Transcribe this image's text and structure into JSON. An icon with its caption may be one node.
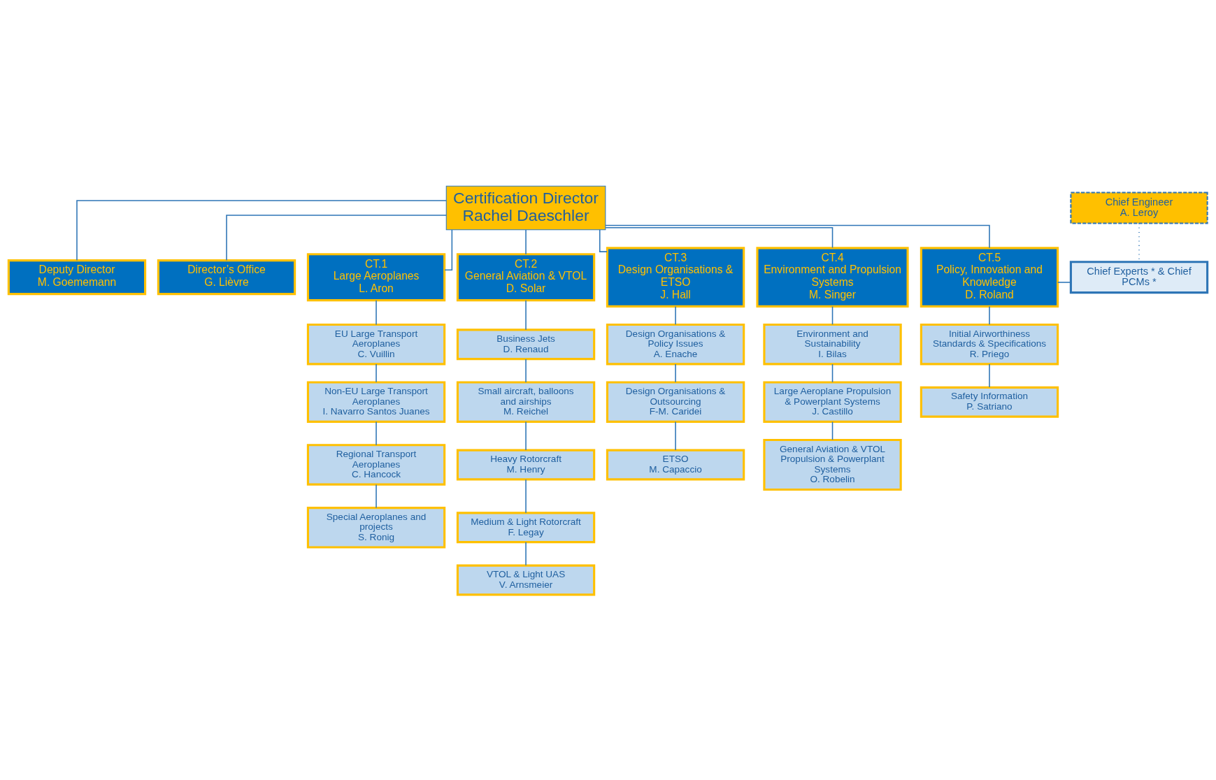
{
  "diagram": {
    "nodes": [
      {
        "text": [
          "Certification Director",
          "Rachel Daeschler"
        ]
      },
      {
        "text": [
          "Chief Engineer",
          "A. Leroy"
        ]
      },
      {
        "text": [
          "Deputy Director",
          "M. Goememann"
        ]
      },
      {
        "text": [
          "Director’s Office",
          "G. Lièvre"
        ]
      },
      {
        "text": [
          "CT.1",
          "Large Aeroplanes",
          "L. Aron"
        ]
      },
      {
        "text": [
          "CT.2",
          "General Aviation & VTOL",
          "D. Solar"
        ]
      },
      {
        "text": [
          "CT.3",
          "Design Organisations & ETSO",
          "J. Hall"
        ]
      },
      {
        "text": [
          "CT.4",
          "Environment and Propulsion Systems",
          "M. Singer"
        ]
      },
      {
        "text": [
          "CT.5",
          "Policy, Innovation and Knowledge",
          "D. Roland"
        ]
      },
      {
        "text": [
          "Chief Experts * & Chief PCMs *"
        ]
      },
      {
        "text": [
          "EU Large Transport Aeroplanes",
          "C. Vuillin"
        ]
      },
      {
        "text": [
          "Non-EU Large Transport Aeroplanes",
          "I. Navarro Santos Juanes"
        ]
      },
      {
        "text": [
          "Regional Transport Aeroplanes",
          "C. Hancock"
        ]
      },
      {
        "text": [
          "Special Aeroplanes and projects",
          "S. Ronig"
        ]
      },
      {
        "text": [
          "Business Jets",
          "D. Renaud"
        ]
      },
      {
        "text": [
          "Small aircraft, balloons and airships",
          "M. Reichel"
        ]
      },
      {
        "text": [
          "Heavy Rotorcraft",
          "M. Henry"
        ]
      },
      {
        "text": [
          "Medium & Light Rotorcraft",
          "F. Legay"
        ]
      },
      {
        "text": [
          "VTOL & Light UAS",
          "V. Arnsmeier"
        ]
      },
      {
        "text": [
          "Design Organisations & Policy Issues",
          "A. Enache"
        ]
      },
      {
        "text": [
          "Design Organisations & Outsourcing",
          "F-M. Caridei"
        ]
      },
      {
        "text": [
          "ETSO",
          "M. Capaccio"
        ]
      },
      {
        "text": [
          "Environment and Sustainability",
          "I. Bilas"
        ]
      },
      {
        "text": [
          "Large Aeroplane Propulsion & Powerplant Systems",
          "J. Castillo"
        ]
      },
      {
        "text": [
          "General Aviation & VTOL Propulsion & Powerplant Systems",
          "O. Robelin"
        ]
      },
      {
        "text": [
          "Initial Airworthiness Standards & Specifications",
          "R. Priego"
        ]
      },
      {
        "text": [
          "Safety Information",
          "P. Satriano"
        ]
      }
    ],
    "edges": [
      {
        "from": 0,
        "to": 2,
        "arrow": "none"
      },
      {
        "from": 0,
        "to": 3,
        "arrow": "none"
      },
      {
        "from": 0,
        "to": 4,
        "arrow": "none"
      },
      {
        "from": 0,
        "to": 5,
        "arrow": "none"
      },
      {
        "from": 0,
        "to": 6,
        "arrow": "none"
      },
      {
        "from": 0,
        "to": 7,
        "arrow": "none"
      },
      {
        "from": 0,
        "to": 8,
        "arrow": "none"
      },
      {
        "from": 1,
        "to": 9,
        "arrow": "none",
        "style": "dashed"
      },
      {
        "from": 8,
        "to": 9,
        "arrow": "none"
      },
      {
        "from": 4,
        "to": 10,
        "arrow": "none"
      },
      {
        "from": 10,
        "to": 11,
        "arrow": "none"
      },
      {
        "from": 11,
        "to": 12,
        "arrow": "none"
      },
      {
        "from": 12,
        "to": 13,
        "arrow": "none"
      },
      {
        "from": 5,
        "to": 14,
        "arrow": "none"
      },
      {
        "from": 14,
        "to": 15,
        "arrow": "none"
      },
      {
        "from": 15,
        "to": 16,
        "arrow": "none"
      },
      {
        "from": 16,
        "to": 17,
        "arrow": "none"
      },
      {
        "from": 17,
        "to": 18,
        "arrow": "none"
      },
      {
        "from": 6,
        "to": 19,
        "arrow": "none"
      },
      {
        "from": 19,
        "to": 20,
        "arrow": "none"
      },
      {
        "from": 20,
        "to": 21,
        "arrow": "none"
      },
      {
        "from": 7,
        "to": 22,
        "arrow": "none"
      },
      {
        "from": 22,
        "to": 23,
        "arrow": "none"
      },
      {
        "from": 23,
        "to": 24,
        "arrow": "none"
      },
      {
        "from": 8,
        "to": 25,
        "arrow": "none"
      },
      {
        "from": 25,
        "to": 26,
        "arrow": "none"
      }
    ]
  }
}
